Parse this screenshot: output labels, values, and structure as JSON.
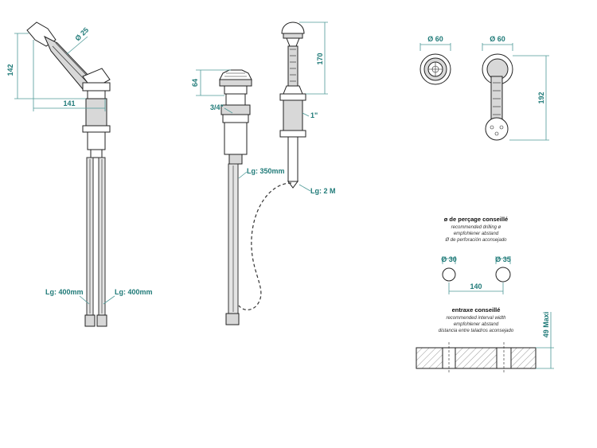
{
  "views": {
    "spray": {
      "height_label": "142",
      "width_label": "141",
      "diameter_label": "Ø 25",
      "hose_left_label": "Lg: 400mm",
      "hose_right_label": "Lg: 400mm"
    },
    "diverter": {
      "height_label": "64",
      "thread_label": "3/4\"",
      "hose_label": "Lg: 350mm"
    },
    "handshower": {
      "height_label": "170",
      "thread_label": "1\"",
      "hose_label": "Lg: 2 M"
    },
    "knob_top": {
      "diameter_label": "Ø 60"
    },
    "handle_side": {
      "diameter_label": "Ø 60",
      "height_label": "192"
    }
  },
  "drilling": {
    "title": "ø de perçage conseillé",
    "subtitles": [
      "recommended drilling ø",
      "empfohlener abstand",
      "Ø de perforación aconsejado"
    ],
    "hole_left_label": "Ø 30",
    "hole_right_label": "Ø 35",
    "spacing_label": "140"
  },
  "interval": {
    "title": "entraxe conseillé",
    "subtitles": [
      "recommended interval width",
      "empfohlener abstand",
      "distancia entre taladros aconsejado"
    ],
    "thickness_label": "49 Maxi"
  }
}
